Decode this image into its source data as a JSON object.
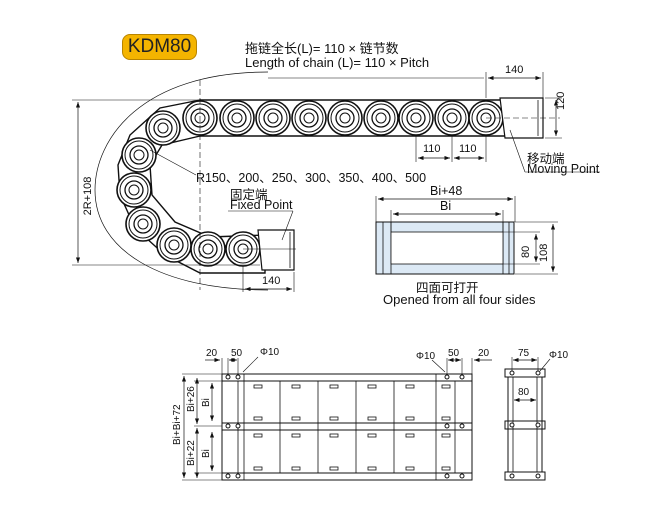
{
  "model_badge": "KDM80",
  "header": {
    "cn": "拖链全长(L)= 110 × 链节数",
    "en": "Length of chain (L)= 110 × Pitch"
  },
  "side_view": {
    "pitch_1": "110",
    "pitch_2": "110",
    "end_length_top": "140",
    "end_length_bottom": "140",
    "height": "120",
    "outer_height": "2R+108",
    "radius_options": "R150、200、250、300、350、400、500",
    "moving_point_cn": "移动端",
    "moving_point_en": "Moving Point",
    "fixed_point_cn": "固定端",
    "fixed_point_en": "Fixed Point"
  },
  "cross_section": {
    "outer_width": "Bi+48",
    "inner_width": "Bi",
    "inner_height": "80",
    "outer_height": "108",
    "caption_cn": "四面可打开",
    "caption_en": "Opened from all four sides",
    "fill_color": "#dce9f5"
  },
  "top_view": {
    "left_offset": "20",
    "left_hole_spacing": "50",
    "left_hole_dia": "Φ10",
    "right_hole_dia": "Φ10",
    "right_hole_spacing": "50",
    "right_offset": "20",
    "total_width": "Bi+Bi+72",
    "upper_width": "Bi+26",
    "lower_width": "Bi+22",
    "upper_inner": "Bi",
    "lower_inner": "Bi"
  },
  "end_view": {
    "hole_spacing": "75",
    "hole_dia": "Φ10",
    "inner_width": "80"
  }
}
